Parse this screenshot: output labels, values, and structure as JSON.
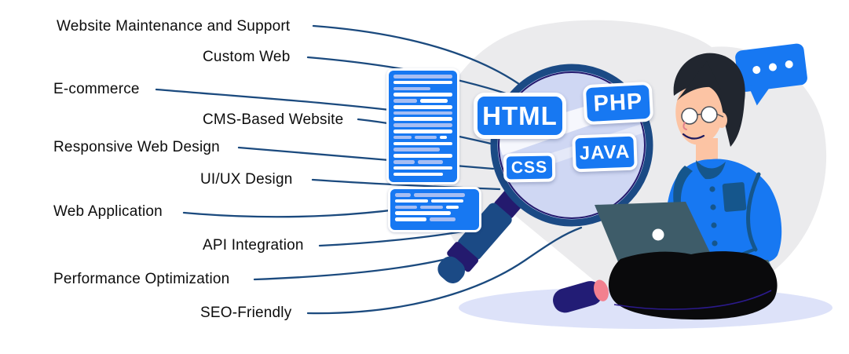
{
  "services": {
    "items": [
      {
        "label": "Website Maintenance and Support"
      },
      {
        "label": "Custom Web"
      },
      {
        "label": "E-commerce"
      },
      {
        "label": "CMS-Based Website"
      },
      {
        "label": "Responsive Web Design"
      },
      {
        "label": "UI/UX Design"
      },
      {
        "label": "Web Application"
      },
      {
        "label": "API Integration"
      },
      {
        "label": "Performance Optimization"
      },
      {
        "label": "SEO-Friendly"
      }
    ]
  },
  "tech_tags": {
    "html": "HTML",
    "php": "PHP",
    "java": "JAVA",
    "css": "CSS"
  },
  "icons": {
    "magnifier": "magnifying-glass",
    "code_window": "code-lines-panel",
    "speech_bubble": "typing-dots-speech-bubble",
    "laptop": "laptop",
    "developer": "person-coding-cross-legged"
  },
  "colors": {
    "accent_blue": "#1778F2",
    "navy_rim": "#1B4A85",
    "connector_line": "#1B4A7E",
    "indigo_dark": "#241A6E",
    "lens": "#CFD7F3",
    "code_row_light": "#A7BEF3",
    "code_row_white": "#FFFFFF",
    "blob_gray": "#EBEBED",
    "floor_lavender": "#DDE2F9",
    "laptop_slate": "#3E5C69",
    "skin": "#FCC4A4",
    "hair": "#21262F",
    "shirt_detail": "#15568C",
    "pants_black": "#0A0A0C",
    "shoe_navy": "#221C75",
    "sock_pink": "#F2808F",
    "label_text": "#0D0D0D"
  },
  "code_blocks": {
    "large": {
      "rows": [
        [
          [
            "l",
            100
          ]
        ],
        [
          [
            "w",
            100
          ]
        ],
        [
          [
            "l",
            62
          ]
        ],
        [
          [
            "w",
            100
          ]
        ],
        [
          [
            "l",
            40
          ],
          [
            "w",
            46
          ]
        ],
        [
          [
            "w",
            100
          ]
        ],
        [
          [
            "l",
            100
          ]
        ],
        [
          [
            "w",
            100
          ]
        ],
        [
          [
            "l",
            100
          ]
        ],
        [
          [
            "w",
            100
          ]
        ],
        [
          [
            "l",
            30
          ],
          [
            "l",
            38
          ],
          [
            "w",
            12
          ]
        ],
        [
          [
            "w",
            100
          ]
        ],
        [
          [
            "l",
            78
          ]
        ],
        [
          [
            "w",
            100
          ]
        ],
        [
          [
            "l",
            36
          ],
          [
            "l",
            42
          ]
        ],
        [
          [
            "w",
            100
          ]
        ],
        [
          [
            "w",
            84
          ]
        ]
      ]
    },
    "small": {
      "rows": [
        [
          [
            "l",
            20
          ],
          [
            "l",
            64
          ]
        ],
        [
          [
            "w",
            42
          ],
          [
            "w",
            40
          ]
        ],
        [
          [
            "l",
            28
          ],
          [
            "l",
            28
          ],
          [
            "w",
            16
          ]
        ],
        [
          [
            "w",
            70
          ]
        ],
        [
          [
            "w",
            40
          ],
          [
            "l",
            32
          ]
        ]
      ]
    }
  }
}
